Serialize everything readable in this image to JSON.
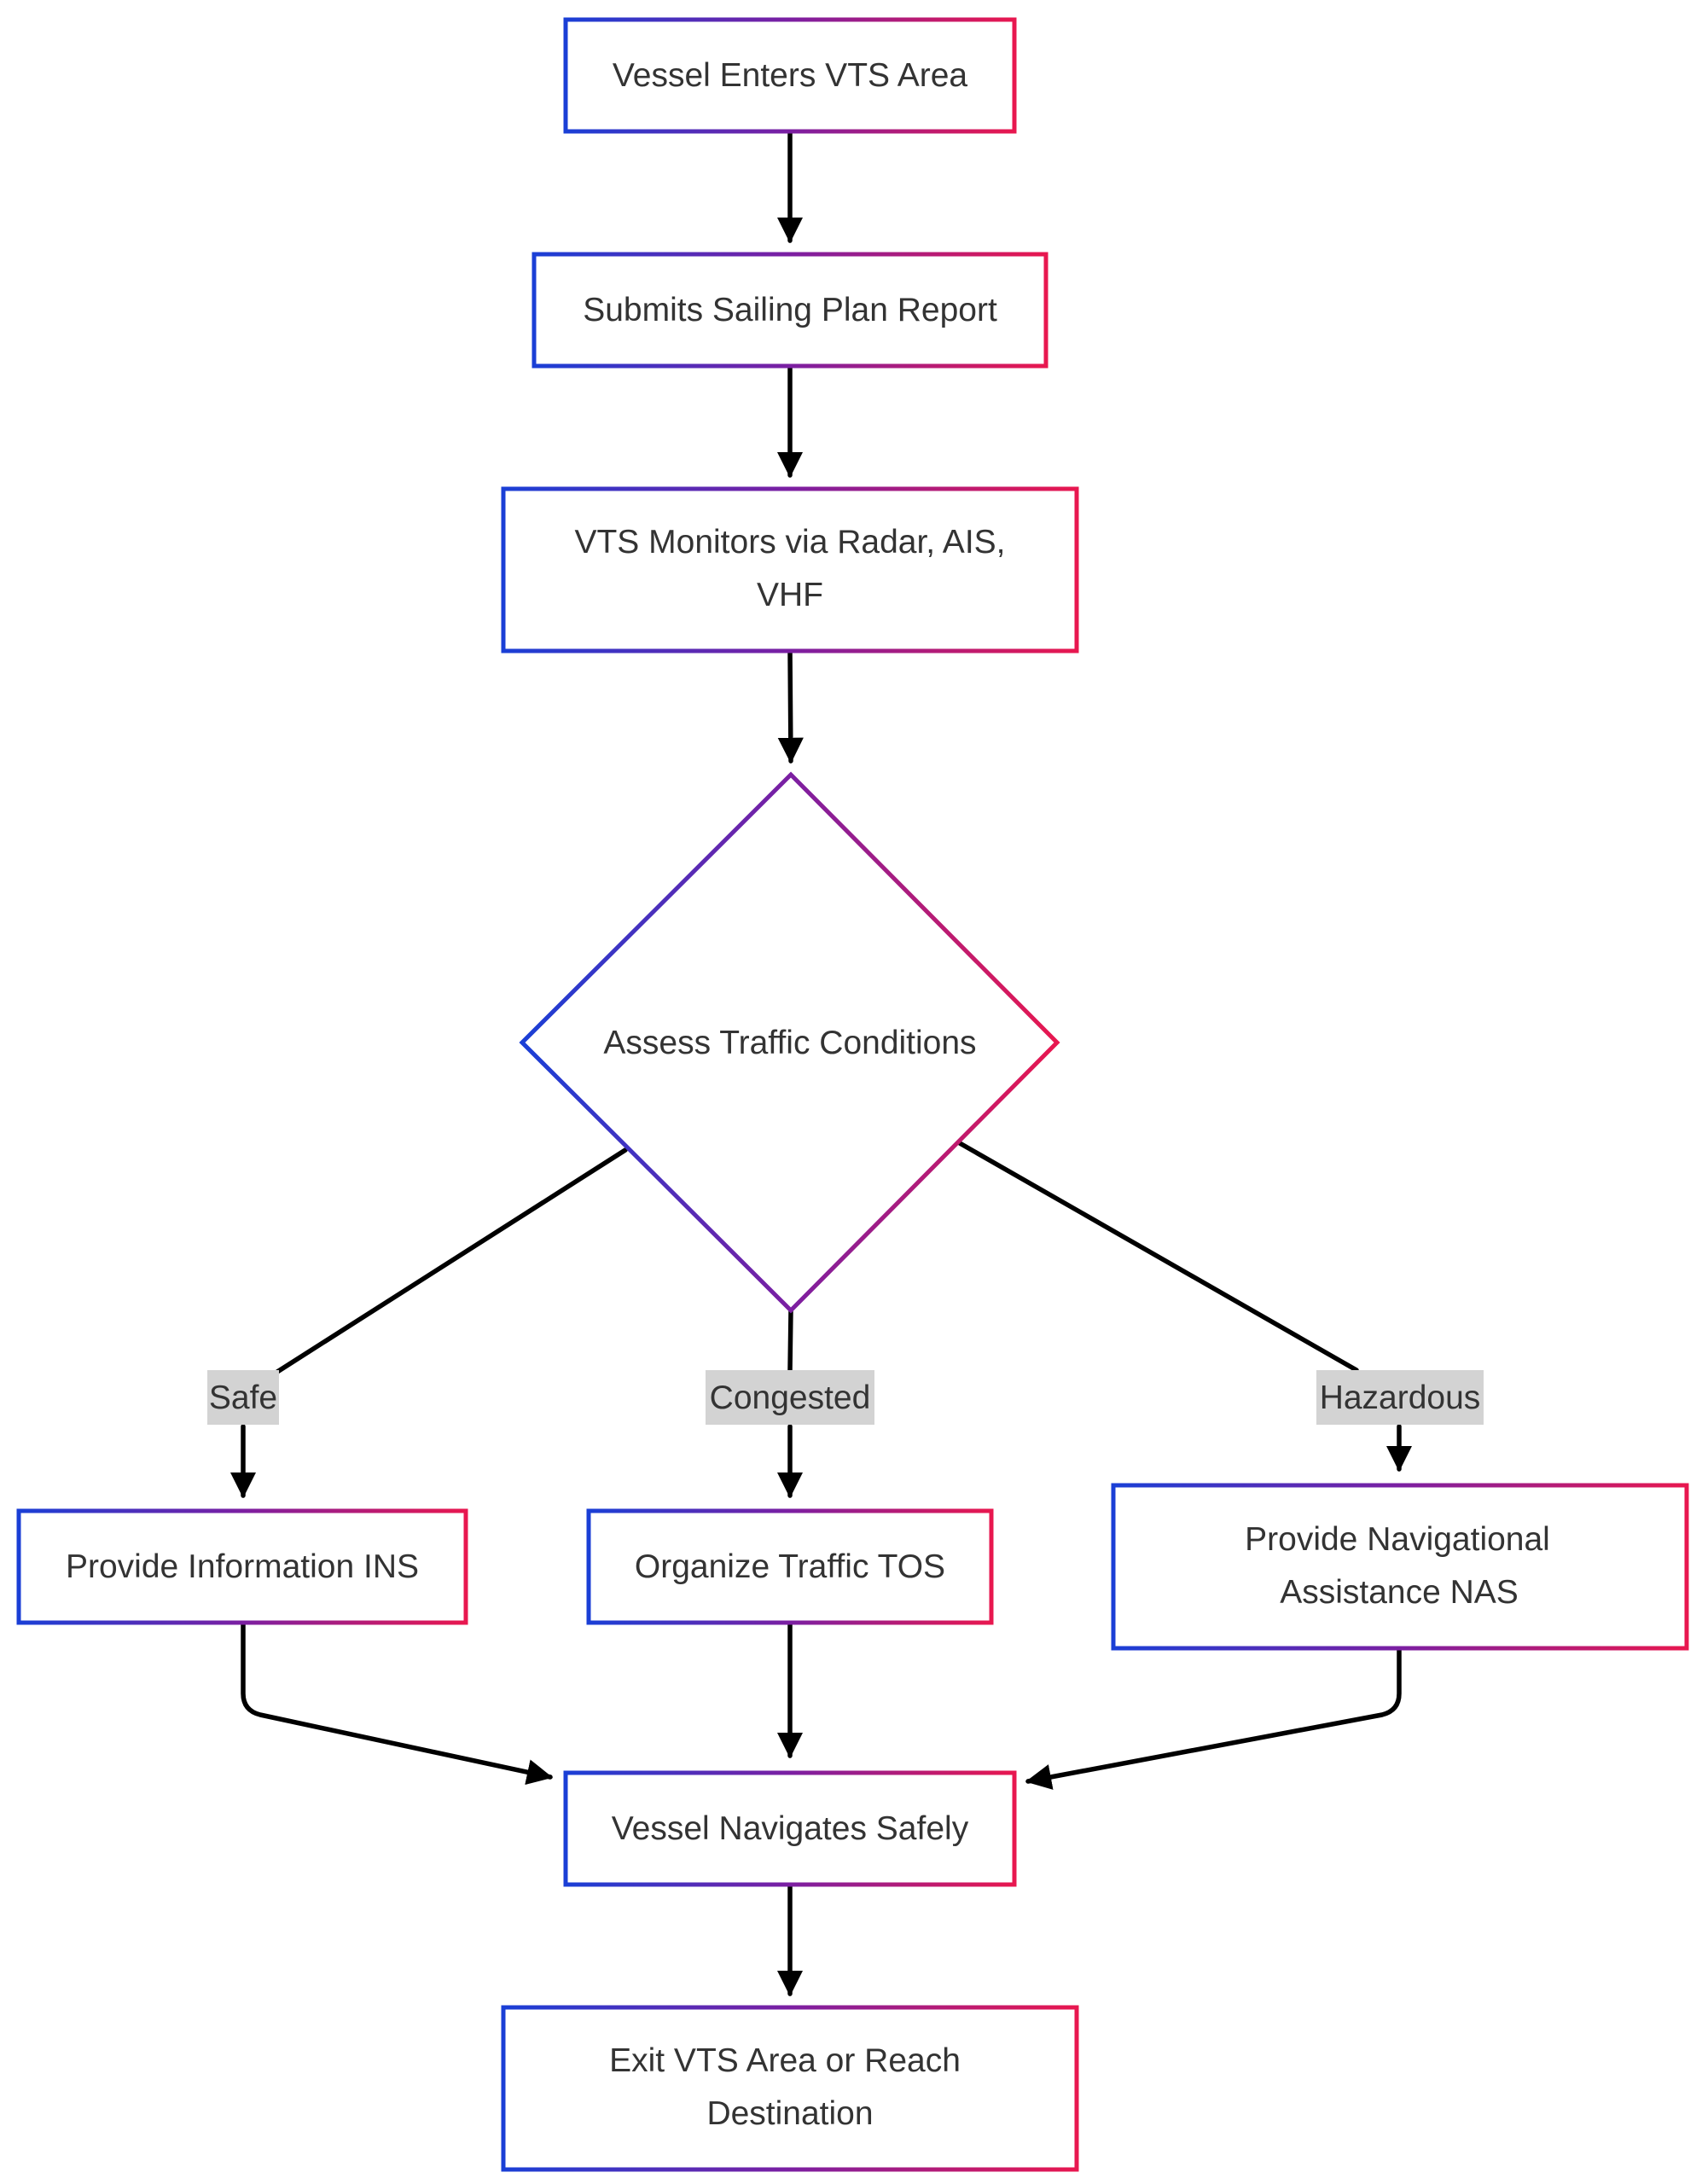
{
  "diagram": {
    "nodes": {
      "enter": "Vessel Enters VTS Area",
      "sailing_plan": "Submits Sailing Plan Report",
      "monitor": [
        "VTS Monitors via Radar, AIS,",
        "VHF"
      ],
      "assess": "Assess Traffic Conditions",
      "ins": "Provide Information INS",
      "tos": "Organize Traffic TOS",
      "nas": [
        "Provide Navigational",
        "Assistance NAS"
      ],
      "safe_nav": "Vessel Navigates Safely",
      "exit": [
        "Exit VTS Area or Reach",
        "Destination"
      ]
    },
    "edge_labels": {
      "safe": "Safe",
      "congested": "Congested",
      "hazardous": "Hazardous"
    },
    "colors": {
      "gradient_start": "#1a3fd6",
      "gradient_mid": "#7b1fa2",
      "gradient_end": "#e8174f",
      "edge": "#000000",
      "label_bg": "#d3d3d3",
      "text": "#333333"
    }
  }
}
